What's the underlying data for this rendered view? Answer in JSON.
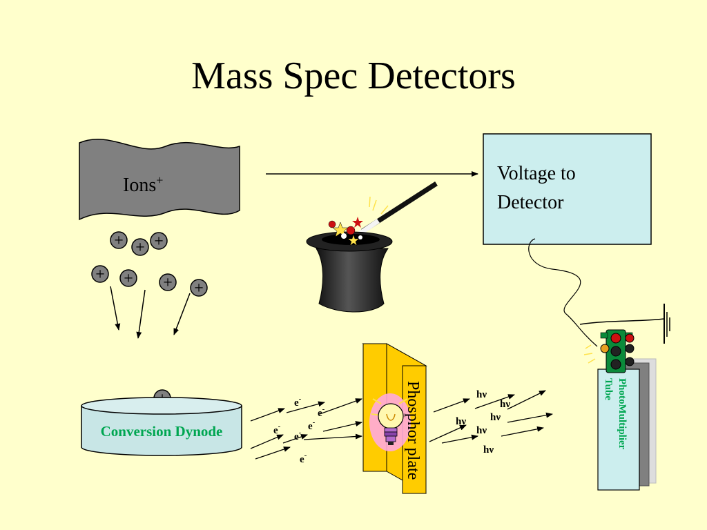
{
  "slide": {
    "title": "Mass Spec Detectors"
  },
  "ions_label": {
    "text": "Ions",
    "charge": "+"
  },
  "voltage_box": {
    "line1": "Voltage to",
    "line2": "Detector"
  },
  "conversion_dynode": {
    "label": "Conversion Dynode"
  },
  "phosphor_plate": {
    "label": "Phosphor plate"
  },
  "pmt": {
    "line1": "PhotoMultiplier",
    "line2": "Tube"
  },
  "symbols": {
    "plus": "+",
    "electron": "e",
    "electron_charge": "-",
    "photon": "hν"
  },
  "colors": {
    "background": "#ffffcc",
    "ion_sheet": "#808080",
    "voltage_box": "#cceeee",
    "dynode": "#c8e6e6",
    "dynode_label": "#00a651",
    "phosphor": "#ffcc00",
    "pmt_label": "#00a651"
  }
}
